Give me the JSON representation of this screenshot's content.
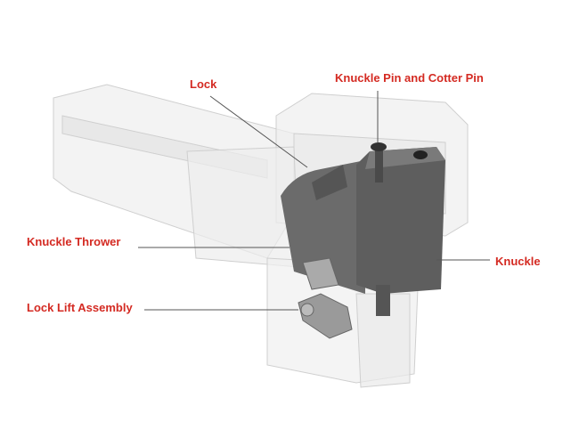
{
  "diagram": {
    "labels": {
      "lock": "Lock",
      "knuckle_pin": "Knuckle Pin and Cotter Pin",
      "knuckle_thrower": "Knuckle Thrower",
      "knuckle": "Knuckle",
      "lock_lift": "Lock Lift Assembly"
    },
    "colors": {
      "label": "#d42a22",
      "leader": "#555555",
      "part_dark": "#5a5a5a",
      "ghost": "#e6e6e6"
    }
  }
}
